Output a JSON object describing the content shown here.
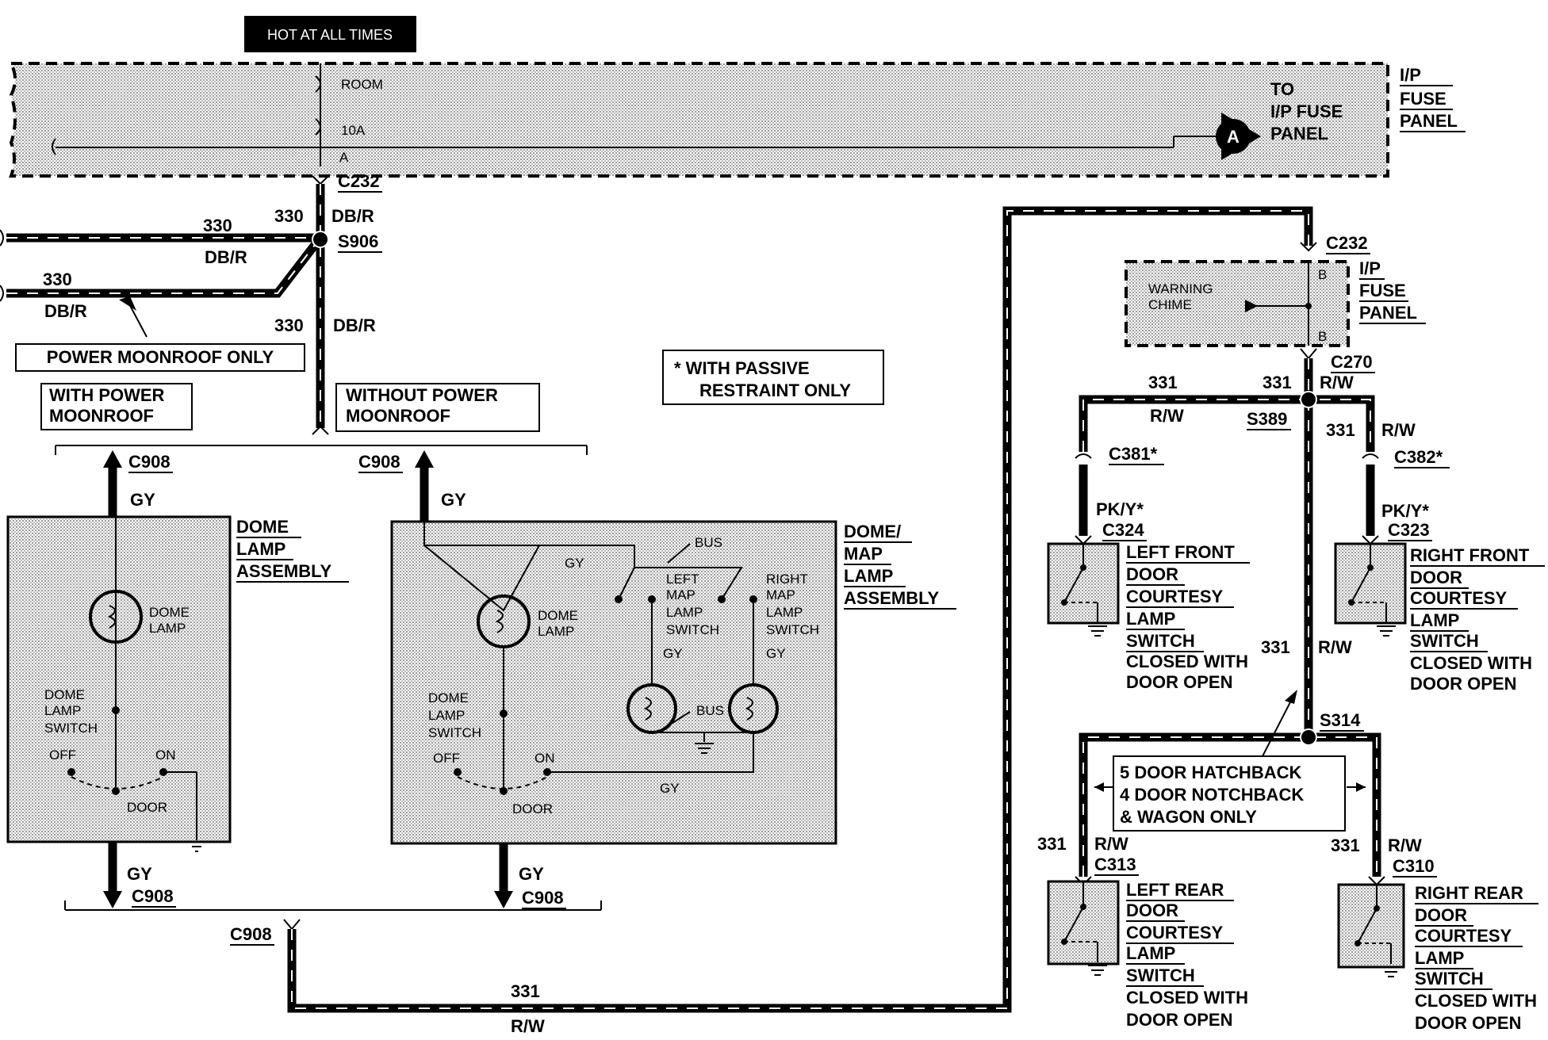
{
  "header": {
    "hot_label": "HOT AT ALL TIMES"
  },
  "fuse_panel_top": {
    "fuse_name": "ROOM",
    "fuse_rating": "10A",
    "terminal": "A",
    "connector_letter": "A",
    "to_text": [
      "TO",
      "I/P FUSE",
      "PANEL"
    ],
    "panel_label": [
      "I/P",
      "FUSE",
      "PANEL"
    ]
  },
  "left_circuit": {
    "connector_c232": "C232",
    "wire_330_top": "330",
    "color_dbr_top": "DB/R",
    "splice_s906": "S906",
    "branch1_num": "330",
    "branch1_color": "DB/R",
    "branch2_num": "330",
    "branch2_color": "DB/R",
    "trunk_num": "330",
    "trunk_color": "DB/R",
    "power_moonroof_only": "POWER MOONROOF ONLY",
    "with_power_moonroof": [
      "WITH POWER",
      "MOONROOF"
    ],
    "without_power_moonroof": [
      "WITHOUT POWER",
      "MOONROOF"
    ],
    "c908_left": "C908",
    "c908_mid": "C908",
    "gy_left": "GY",
    "gy_mid": "GY",
    "gy_bottom_left": "GY",
    "c908_bottom_left": "C908",
    "gy_bottom_mid": "GY",
    "c908_bottom_mid": "C908",
    "c908_bottom": "C908",
    "wire_331_bottom": "331",
    "rw_bottom": "R/W"
  },
  "passive_note": [
    "*  WITH PASSIVE",
    "RESTRAINT ONLY"
  ],
  "dome_lamp_assembly": {
    "title": [
      "DOME",
      "LAMP",
      "ASSEMBLY"
    ],
    "lamp_label": [
      "DOME",
      "LAMP"
    ],
    "switch_label": [
      "DOME",
      "LAMP",
      "SWITCH"
    ],
    "off": "OFF",
    "on": "ON",
    "door": "DOOR"
  },
  "dome_map_assembly": {
    "title": [
      "DOME/",
      "MAP",
      "LAMP",
      "ASSEMBLY"
    ],
    "lamp_label": [
      "DOME",
      "LAMP"
    ],
    "switch_label": [
      "DOME",
      "LAMP",
      "SWITCH"
    ],
    "off": "OFF",
    "on": "ON",
    "door": "DOOR",
    "gy_top": "GY",
    "bus_top": "BUS",
    "left_map": [
      "LEFT",
      "MAP",
      "LAMP",
      "SWITCH"
    ],
    "right_map": [
      "RIGHT",
      "MAP",
      "LAMP",
      "SWITCH"
    ],
    "gy_left": "GY",
    "gy_right": "GY",
    "bus_bottom": "BUS",
    "gy_bottom": "GY"
  },
  "right_circuit": {
    "connector_c232": "C232",
    "warning_chime": [
      "WARNING",
      "CHIME"
    ],
    "terminal_b1": "B",
    "terminal_b2": "B",
    "panel_label": [
      "I/P",
      "FUSE",
      "PANEL"
    ],
    "connector_c270": "C270",
    "wire_331_a": "331",
    "rw_a": "R/W",
    "wire_331_b": "331",
    "rw_b": "R/W",
    "splice_s389": "S389",
    "wire_331_c": "331",
    "rw_c": "R/W",
    "c381": "C381*",
    "c382": "C382*",
    "pky_left": "PK/Y*",
    "c324": "C324",
    "pky_right": "PK/Y*",
    "c323": "C323",
    "wire_331_d": "331",
    "rw_d": "R/W",
    "splice_s314": "S314",
    "hatch_note": [
      "5 DOOR HATCHBACK",
      "4 DOOR NOTCHBACK",
      "& WAGON ONLY"
    ],
    "wire_331_e": "331",
    "rw_e": "R/W",
    "c313": "C313",
    "wire_331_f": "331",
    "rw_f": "R/W",
    "c310": "C310"
  },
  "switches": {
    "left_front": [
      "LEFT FRONT",
      "DOOR",
      "COURTESY",
      "LAMP",
      "SWITCH",
      "CLOSED WITH",
      "DOOR OPEN"
    ],
    "right_front": [
      "RIGHT FRONT",
      "DOOR",
      "COURTESY",
      "LAMP",
      "SWITCH",
      "CLOSED WITH",
      "DOOR OPEN"
    ],
    "left_rear": [
      "LEFT REAR",
      "DOOR",
      "COURTESY",
      "LAMP",
      "SWITCH",
      "CLOSED WITH",
      "DOOR OPEN"
    ],
    "right_rear": [
      "RIGHT REAR",
      "DOOR",
      "COURTESY",
      "LAMP",
      "SWITCH",
      "CLOSED WITH",
      "DOOR OPEN"
    ]
  }
}
